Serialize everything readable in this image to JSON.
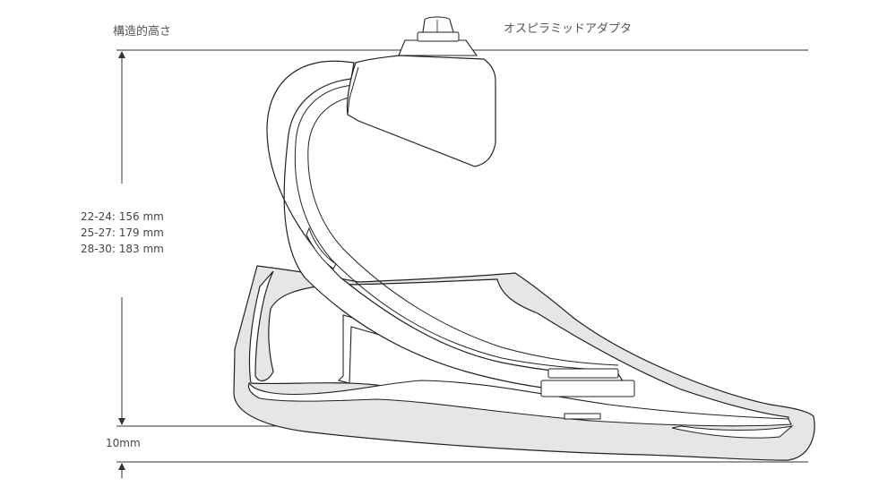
{
  "labels": {
    "height_title": "構造的高さ",
    "adapter_title": "オスピラミッドアダプタ",
    "heel_height": "10mm"
  },
  "measurements": [
    "22-24: 156 mm",
    "25-27: 179 mm",
    "28-30: 183 mm"
  ],
  "colors": {
    "stroke": "#222222",
    "fill_gray": "#e6e6e6",
    "dim_line": "#333333"
  }
}
